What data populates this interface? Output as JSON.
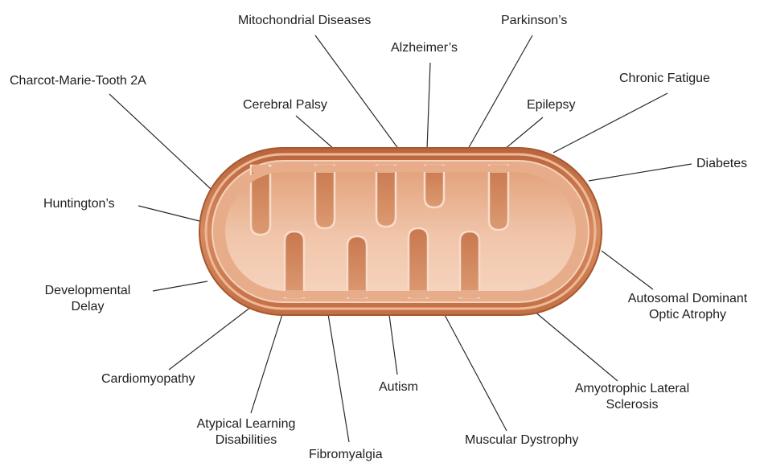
{
  "diagram": {
    "labels": {
      "mitochondrial_diseases": "Mitochondrial Diseases",
      "parkinsons": "Parkinson’s",
      "alzheimers": "Alzheimer’s",
      "charcot_marie_tooth": "Charcot-Marie-Tooth 2A",
      "chronic_fatigue": "Chronic Fatigue",
      "cerebral_palsy": "Cerebral Palsy",
      "epilepsy": "Epilepsy",
      "diabetes": "Diabetes",
      "huntingtons": "Huntington’s",
      "developmental_delay": "Developmental\nDelay",
      "adoa": "Autosomal Dominant\nOptic Atrophy",
      "cardiomyopathy": "Cardiomyopathy",
      "autism": "Autism",
      "als": "Amyotrophic Lateral\nSclerosis",
      "atypical_learning": "Atypical Learning\nDisabilities",
      "muscular_dystrophy": "Muscular Dystrophy",
      "fibromyalgia": "Fibromyalgia"
    },
    "colors": {
      "outer_membrane": "#c9784e",
      "outer_membrane_light": "#e9b08f",
      "cristae": "#e3a783",
      "matrix": "#f1c6ab",
      "leader_line": "#2a2a2a"
    }
  }
}
